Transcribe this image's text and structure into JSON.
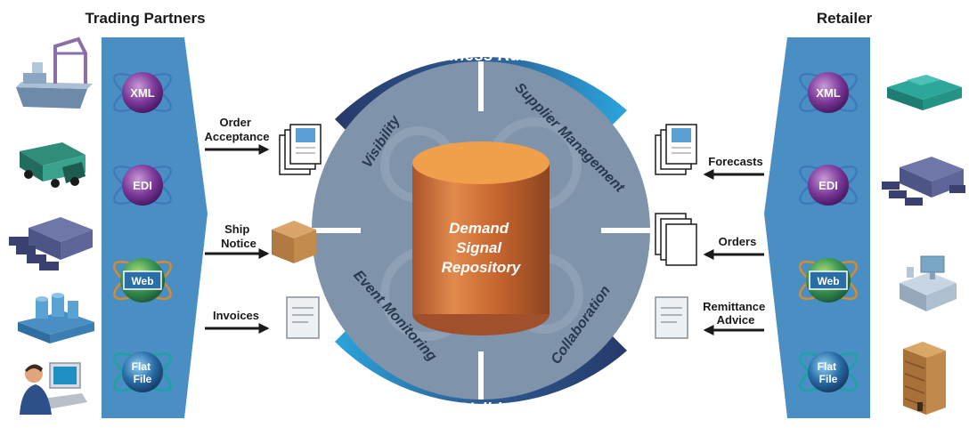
{
  "left_panel": {
    "title": "Trading Partners",
    "formats": [
      "XML",
      "EDI",
      "Web",
      "Flat\nFile"
    ]
  },
  "right_panel": {
    "title": "Retailer",
    "formats": [
      "XML",
      "EDI",
      "Web",
      "Flat\nFile"
    ]
  },
  "hub": {
    "top_arc": "Business Rules",
    "bottom_arc": "Data Validation",
    "segments": {
      "top_left": "Visibility",
      "top_right": "Supplier Management",
      "bottom_left": "Event Monitoring",
      "bottom_right": "Collaboration"
    },
    "core": [
      "Demand",
      "Signal",
      "Repository"
    ]
  },
  "left_flows": [
    {
      "label": [
        "Order",
        "Acceptance"
      ],
      "icon": "documents-stack-icon"
    },
    {
      "label": [
        "Ship",
        "Notice"
      ],
      "icon": "box-icon"
    },
    {
      "label": [
        "Invoices"
      ],
      "icon": "invoice-icon"
    }
  ],
  "right_flows": [
    {
      "label": [
        "Forecasts"
      ],
      "icon": "documents-stack-icon"
    },
    {
      "label": [
        "Orders"
      ],
      "icon": "order-pages-icon"
    },
    {
      "label": [
        "Remittance",
        "Advice"
      ],
      "icon": "remittance-icon"
    }
  ],
  "left_icons": [
    "cargo-ship-icon",
    "truck-icon",
    "warehouse-icon",
    "factory-icon",
    "computer-user-icon"
  ],
  "right_icons": [
    "store-building-icon",
    "distribution-center-icon",
    "cash-register-icon",
    "office-tower-icon"
  ],
  "colors": {
    "panel": "#4a8fc4",
    "hub": "#7f93ab",
    "arc_dark": "#2a3f6d",
    "arc_light": "#2aa0d6",
    "core": "#dd7a3c"
  }
}
